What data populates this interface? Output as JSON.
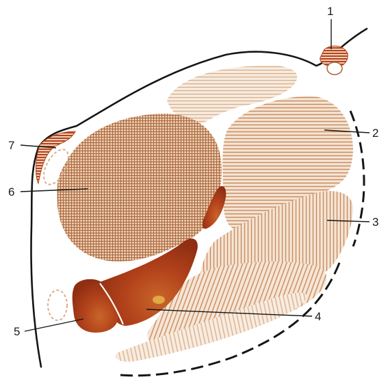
{
  "labels": {
    "l1": "1",
    "l2": "2",
    "l3": "3",
    "l4": "4",
    "l5": "5",
    "l6": "6",
    "l7": "7"
  },
  "colors": {
    "outline": "#151515",
    "hatch_light": "#d9b08e",
    "hatch_mid": "#c98e63",
    "hatch_dark": "#a9643f",
    "muscle_red": "#b2421b",
    "muscle_dark": "#8f2e12",
    "highlight": "#f4e35a",
    "background": "#ffffff"
  }
}
